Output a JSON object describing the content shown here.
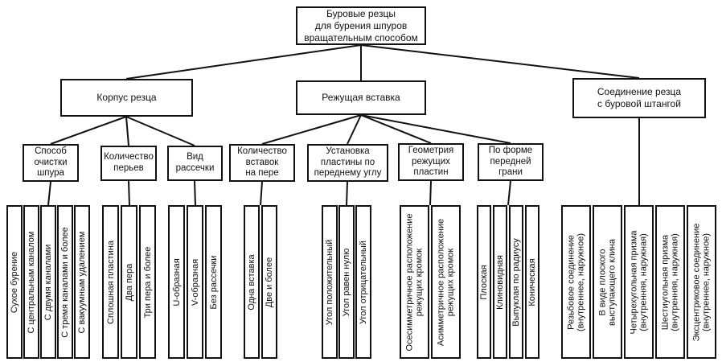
{
  "diagram": {
    "line_color": "#111111",
    "box_background": "#ffffff",
    "title": "Буровые резцы\nдля бурения шпуров\nвращательным способом",
    "branches": [
      {
        "label": "Корпус резца",
        "children": [
          {
            "label": "Способ\nочистки\nшпура",
            "leaves": [
              "Сухое бурение",
              "С центральным каналом",
              "С двумя каналами",
              "С тремя каналами и более",
              "С вакуумным удалением"
            ]
          },
          {
            "label": "Количество\nперьев",
            "leaves": [
              "Сплошная пластина",
              "Два пера",
              "Три пера и более"
            ]
          },
          {
            "label": "Вид\nрассечки",
            "leaves": [
              "U-образная",
              "V-образная",
              "Без рассечки"
            ]
          }
        ]
      },
      {
        "label": "Режущая вставка",
        "children": [
          {
            "label": "Количество\nвставок\nна пере",
            "leaves": [
              "Одна вставка",
              "Две и более"
            ]
          },
          {
            "label": "Установка\nпластины по\nпереднему углу",
            "leaves": [
              "Угол положительный",
              "Угол равен нулю",
              "Угол отрицательный"
            ]
          },
          {
            "label": "Геометрия\nрежущих\nпластин",
            "leaves": [
              "Осесимметричное расположение\nрежущих кромок",
              "Асимметричное расположение\nрежущих кромок"
            ]
          },
          {
            "label": "По форме\nпередней\nграни",
            "leaves": [
              "Плоская",
              "Клиновидная",
              "Выпуклая по радиусу",
              "Коническая"
            ]
          }
        ]
      },
      {
        "label": "Соединение резца\nс буровой штангой",
        "leaves": [
          "Резьбовое соединение\n(внутреннее, наружное)",
          "В виде плоского\nвыступающего клина",
          "Четырехугольная призма\n(внутренняя, наружная)",
          "Шестиугольная призма\n(внутренняя, наружная)",
          "Эксцентриковое соединение\n(внутреннее, наружное)"
        ]
      }
    ]
  }
}
